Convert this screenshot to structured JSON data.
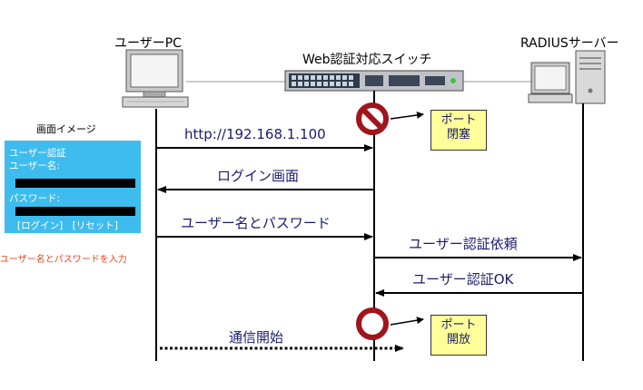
{
  "nodes": {
    "user_pc": "ユーザーPC",
    "switch": "Web認証対応スイッチ",
    "radius": "RADIUSサーバー"
  },
  "messages": {
    "http": "http://192.168.1.100",
    "login_screen": "ログイン画面",
    "user_pass": "ユーザー名とパスワード",
    "auth_request": "ユーザー認証依頼",
    "auth_ok": "ユーザー認証OK",
    "comm_start": "通信開始"
  },
  "notes": {
    "port_blocked": [
      "ポート",
      "閉塞"
    ],
    "port_open": [
      "ポート",
      "開放"
    ]
  },
  "screen_image": {
    "title": "画面イメージ",
    "heading": "ユーザー認証",
    "username_label": "ユーザー名:",
    "password_label": "パスワード:",
    "buttons": "[ログイン]　[リセット]"
  },
  "caption": "ユーザー名とパスワードを入力",
  "colors": {
    "message_text": "#1a1a6e",
    "panel_bg": "#3fbcee",
    "note_bg": "#ffff99",
    "caption": "#e0481b",
    "blocked_icon": "#a0151c"
  }
}
